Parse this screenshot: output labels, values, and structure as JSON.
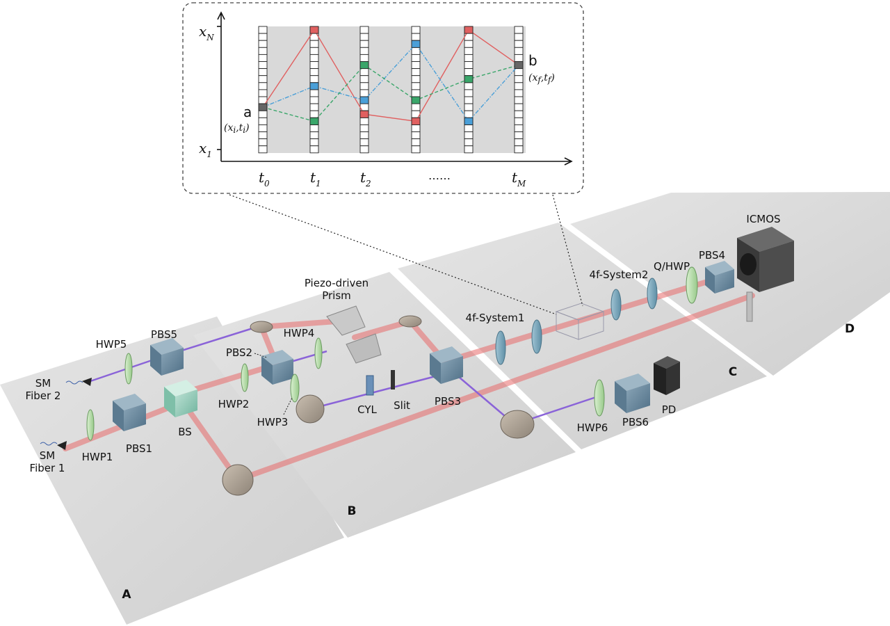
{
  "inset": {
    "y_labels": {
      "top": "x",
      "top_sub": "N",
      "bottom": "x",
      "bottom_sub": "1"
    },
    "t_labels": [
      {
        "t": "t",
        "sub": "0"
      },
      {
        "t": "t",
        "sub": "1"
      },
      {
        "t": "t",
        "sub": "2"
      },
      {
        "t": "",
        "sub": "",
        "dots": "……"
      },
      {
        "t": "t",
        "sub": "M"
      }
    ],
    "point_a": {
      "name": "a",
      "coord": "(x",
      "coord_sub1": "i",
      "coord_mid": ",t",
      "coord_sub2": "i",
      "coord_end": ")"
    },
    "point_b": {
      "name": "b",
      "coord": "(x",
      "coord_sub1": "f",
      "coord_mid": ",t",
      "coord_sub2": "f",
      "coord_end": ")"
    },
    "cells_per_column": 18,
    "paths": [
      {
        "color": "#e06060",
        "style": "solid",
        "cells": [
          11,
          0,
          12,
          13,
          0,
          5
        ]
      },
      {
        "color": "#4a9fd8",
        "style": "dashdot",
        "cells": [
          11,
          8,
          10,
          2,
          13,
          5
        ]
      },
      {
        "color": "#3aa66a",
        "style": "dashed",
        "cells": [
          11,
          13,
          5,
          10,
          7,
          5
        ]
      }
    ],
    "colors": {
      "red": "#e06060",
      "blue": "#4a9fd8",
      "green": "#3aa66a",
      "gray": "#d9d9d9"
    }
  },
  "panels": {
    "a": "A",
    "b": "B",
    "c": "C",
    "d": "D"
  },
  "components": {
    "sm_fiber2": "SM",
    "sm_fiber2_b": "Fiber 2",
    "sm_fiber1": "SM",
    "sm_fiber1_b": "Fiber 1",
    "hwp5": "HWP5",
    "pbs5": "PBS5",
    "hwp1": "HWP1",
    "pbs1": "PBS1",
    "bs": "BS",
    "pbs2": "PBS2",
    "hwp4": "HWP4",
    "hwp2": "HWP2",
    "hwp3": "HWP3",
    "piezo": "Piezo-driven",
    "piezo_b": "Prism",
    "cyl": "CYL",
    "slit": "Slit",
    "pbs3": "PBS3",
    "fsys1": "4f-System1",
    "fsys2": "4f-System2",
    "qhwp": "Q/HWP",
    "pbs4": "PBS4",
    "icmos": "ICMOS",
    "hwp6": "HWP6",
    "pbs6": "PBS6",
    "pd": "PD"
  }
}
